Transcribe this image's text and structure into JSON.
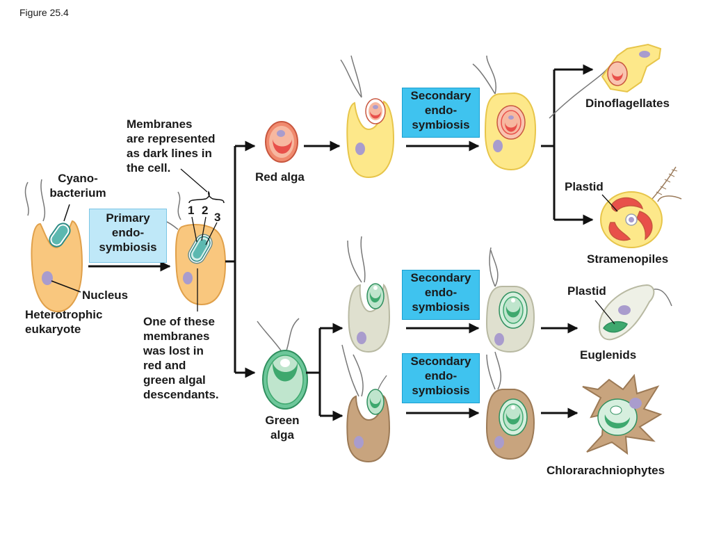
{
  "figure_label": "Figure 25.4",
  "labels": {
    "membranes_note": "Membranes\nare represented\nas dark lines in\nthe cell.",
    "cyanobacterium": "Cyano-\nbacterium",
    "nucleus": "Nucleus",
    "heterotrophic": "Heterotrophic\neukaryote",
    "num1": "1",
    "num2": "2",
    "num3": "3",
    "lost_note": "One of these\nmembranes\nwas lost in\nred and\ngreen algal\ndescendants.",
    "red_alga": "Red alga",
    "green_alga": "Green\nalga",
    "dinoflagellates": "Dinoflagellates",
    "plastid_top": "Plastid",
    "stramenopiles": "Stramenopiles",
    "plastid_mid": "Plastid",
    "euglenids": "Euglenids",
    "chlorarachniophytes": "Chlorarachniophytes"
  },
  "boxes": {
    "primary": "Primary\nendo-\nsymbiosis",
    "secondary_red": "Secondary\nendo-\nsymbiosis",
    "secondary_green_top": "Secondary\nendo-\nsymbiosis",
    "secondary_green_bottom": "Secondary\nendo-\nsymbiosis"
  },
  "colors": {
    "heterotroph_fill": "#f9c77e",
    "heterotroph_stroke": "#e0a04a",
    "cyano_fill": "#5cb8b0",
    "red_alga_fill": "#f08a6e",
    "red_plastid": "#e8504a",
    "yellow_cell": "#fde88a",
    "green_alga_fill": "#6dc79a",
    "green_plastid": "#3ea86e",
    "gray_cell": "#dfe0cf",
    "brown_cell": "#c8a47e",
    "nucleus_fill": "#a99ccd",
    "secondary_box": "#3fc3ef",
    "primary_box": "#bfe8f8"
  }
}
